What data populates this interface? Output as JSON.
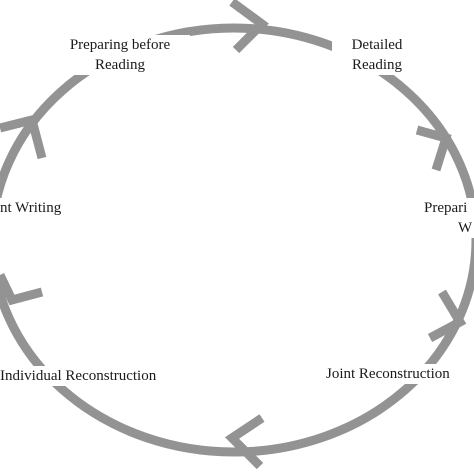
{
  "diagram": {
    "type": "cycle",
    "colors": {
      "ring": "#939393",
      "text": "#1a1a1a",
      "background": "#ffffff"
    },
    "arrow_icon": "chevron-arrow-icon",
    "stages": [
      {
        "id": "preparing-before-reading",
        "lines": [
          "Preparing before",
          "Reading"
        ]
      },
      {
        "id": "detailed-reading",
        "lines": [
          "Detailed",
          "Reading"
        ]
      },
      {
        "id": "preparing-for-writing",
        "lines": [
          "Prepari",
          "W"
        ]
      },
      {
        "id": "joint-reconstruction",
        "lines": [
          "Joint Reconstruction"
        ]
      },
      {
        "id": "individual-reconstruction",
        "lines": [
          "Individual Reconstruction"
        ]
      },
      {
        "id": "joint-writing",
        "lines": [
          "nt Writing"
        ]
      }
    ]
  }
}
